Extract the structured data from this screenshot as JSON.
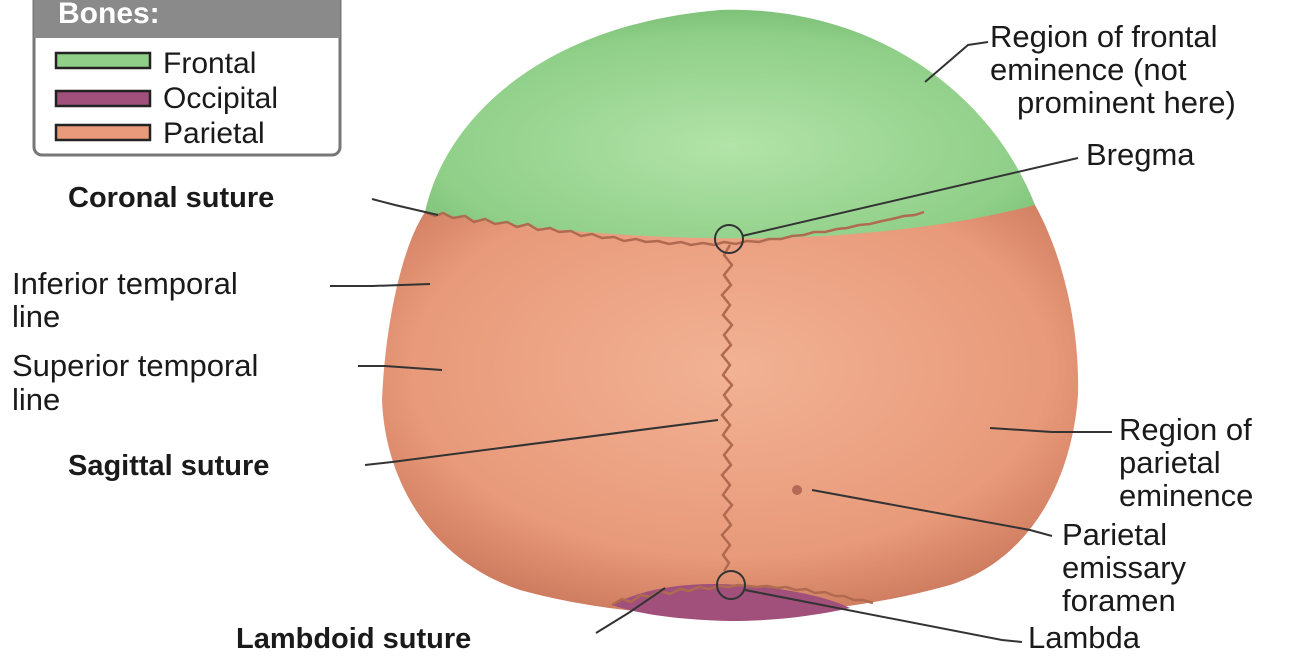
{
  "legend": {
    "title": "Bones:",
    "items": [
      {
        "label": "Frontal",
        "color": "#8fcf88"
      },
      {
        "label": "Occipital",
        "color": "#a0507a"
      },
      {
        "label": "Parietal",
        "color": "#e89a7a"
      }
    ]
  },
  "labels": {
    "region_frontal_eminence": [
      "Region of frontal",
      "eminence (not",
      "prominent here)"
    ],
    "bregma": "Bregma",
    "coronal_suture": "Coronal suture",
    "inferior_temporal_line": [
      "Inferior temporal",
      "line"
    ],
    "superior_temporal_line": [
      "Superior temporal",
      "line"
    ],
    "sagittal_suture": "Sagittal suture",
    "region_parietal_eminence": [
      "Region of",
      "parietal",
      "eminence"
    ],
    "parietal_emissary_foramen": [
      "Parietal",
      "emissary",
      "foramen"
    ],
    "lambdoid_suture": "Lambdoid suture",
    "lambda": "Lambda"
  },
  "colors": {
    "frontal": "#8fcf88",
    "parietal": "#e89a7a",
    "occipital": "#a0507a",
    "suture": "#b06a50"
  }
}
